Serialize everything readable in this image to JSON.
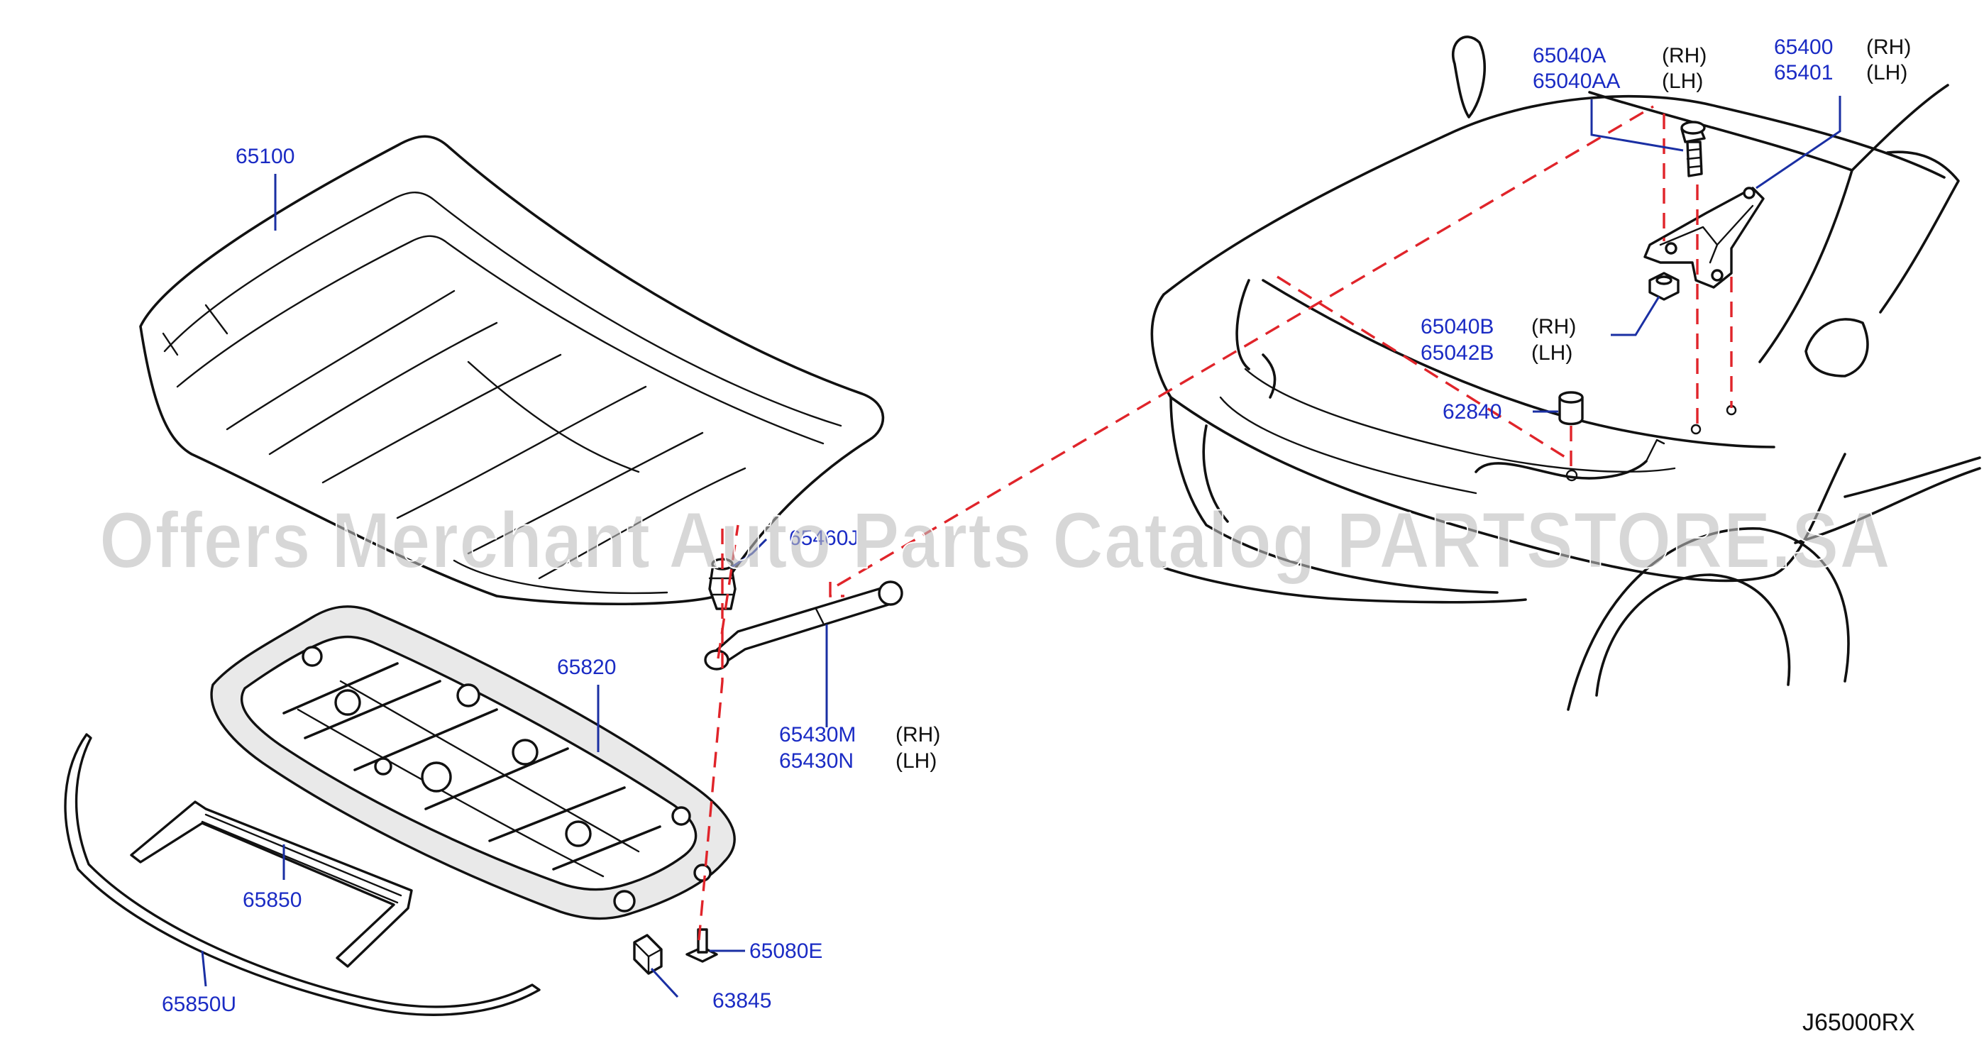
{
  "diagram": {
    "code": "J65000RX",
    "watermark": "Offers Merchant Auto Parts Catalog PARTSTORE.SA",
    "parts": {
      "hood": {
        "number": "65100"
      },
      "insulator": {
        "number": "65820"
      },
      "seal": {
        "number": "65850"
      },
      "seal_u": {
        "number": "65850U"
      },
      "stay_rod_clip": {
        "number": "65460J"
      },
      "stay_rh": {
        "number": "65430M",
        "side": "(RH)"
      },
      "stay_lh": {
        "number": "65430N",
        "side": "(LH)"
      },
      "clip": {
        "number": "65080E"
      },
      "bumper": {
        "number": "63845"
      },
      "bolt_rh": {
        "number": "65040A",
        "side": "(RH)"
      },
      "bolt_lh": {
        "number": "65040AA",
        "side": "(LH)"
      },
      "hinge_rh": {
        "number": "65400",
        "side": "(RH)"
      },
      "hinge_lh": {
        "number": "65401",
        "side": "(LH)"
      },
      "nut_rh": {
        "number": "65040B",
        "side": "(RH)"
      },
      "nut_lh": {
        "number": "65042B",
        "side": "(LH)"
      },
      "rubber": {
        "number": "62840"
      }
    }
  }
}
